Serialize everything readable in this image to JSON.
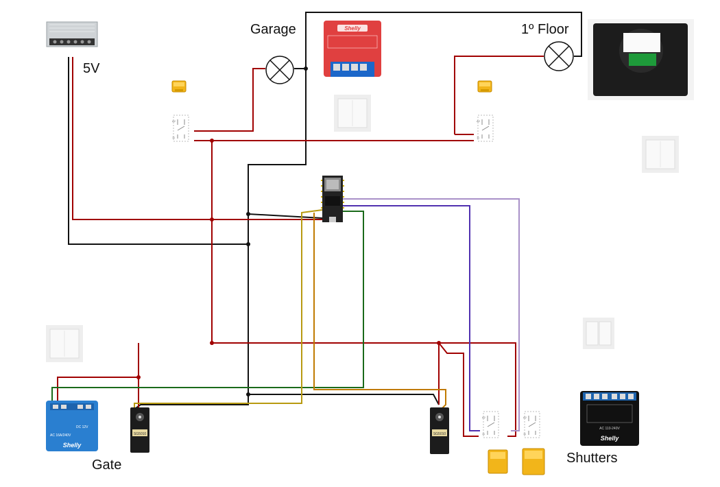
{
  "labels": {
    "psu": "5V",
    "garage": "Garage",
    "floor": "1º Floor",
    "gate": "Gate",
    "shutters": "Shutters"
  },
  "device_text": {
    "shelly_brand": "Shelly",
    "shelly_rating": "AC 110-240V",
    "shelly_dc": "DC 12V",
    "shelly_gate_rating": "AC 16A/240V",
    "servo_tag": "SG5010"
  },
  "colors": {
    "red": "#a00000",
    "black": "#111111",
    "green": "#1a6a1a",
    "yellow": "#b89a10",
    "orange": "#c07a00",
    "purple": "#5030b0",
    "lavender": "#a890c8",
    "shelly_blue": "#2a7fd0",
    "shelly_red": "#e04040",
    "relay_amber": "#f2b51a"
  },
  "icons": [
    "power-supply-icon",
    "lamp-icon",
    "relay-icon",
    "relay-pinout-icon",
    "wall-switch-icon",
    "double-switch-icon",
    "esp32-board-icon",
    "servo-icon",
    "shelly-1-icon",
    "shelly-2-icon",
    "shelly-plus-icon",
    "smart-thermostat-icon"
  ]
}
